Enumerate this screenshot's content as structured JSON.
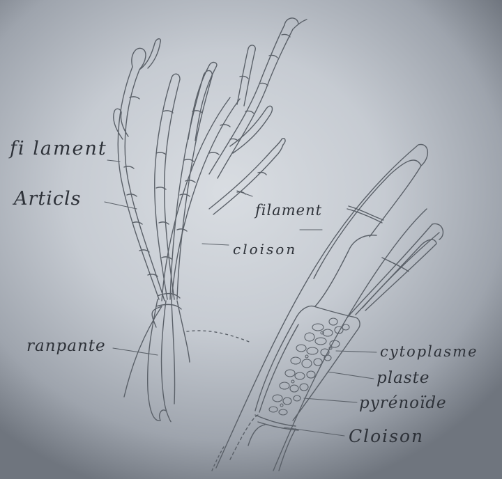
{
  "labels": {
    "filament_left": "fi lament",
    "articles": "Articls",
    "filament_right": "filament",
    "cloison_top": "cloison",
    "rampante": "ranpante",
    "cytoplasme": "cytoplasme",
    "plaste": "plaste",
    "pyrenoide": "pyrénoïde",
    "cloison_bottom": "Cloison"
  },
  "colors": {
    "ink": "#2d3138",
    "line": "#5a6068",
    "paper": "#d9dde2"
  }
}
